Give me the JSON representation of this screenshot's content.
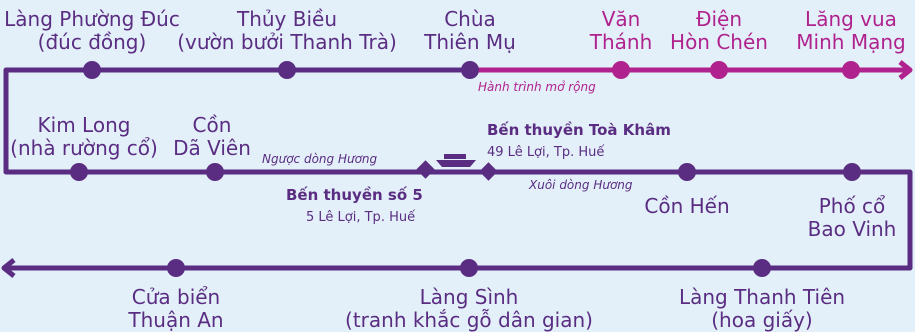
{
  "colors": {
    "main": "#5a2d82",
    "extended": "#b0238e",
    "background": "#e3f0f9"
  },
  "stops": {
    "lang_phuong_duc": [
      "Làng Phường Đúc",
      "(đúc đồng)"
    ],
    "thuy_bieu": [
      "Thủy Biều",
      "(vườn bưởi Thanh Trà)"
    ],
    "chua_thien_mu": [
      "Chùa",
      "Thiên Mụ"
    ],
    "van_thanh": [
      "Văn",
      "Thánh"
    ],
    "dien_hon_chen": [
      "Điện",
      "Hòn Chén"
    ],
    "lang_vua_minh_mang": [
      "Lăng vua",
      "Minh Mạng"
    ],
    "kim_long": [
      "Kim Long",
      "(nhà rường cổ)"
    ],
    "con_da_vien": [
      "Cồn",
      "Dã Viên"
    ],
    "con_hen": [
      "Cồn Hến"
    ],
    "pho_co_bao_vinh": [
      "Phố cổ",
      "Bao Vinh"
    ],
    "cua_bien_thuan_an": [
      "Cửa biển",
      "Thuận An"
    ],
    "lang_sinh": [
      "Làng Sình",
      "(tranh khắc gỗ dân gian)"
    ],
    "lang_thanh_tien": [
      "Làng Thanh Tiên",
      "(hoa giấy)"
    ]
  },
  "route_labels": {
    "extended": "Hành trình mở rộng",
    "upstream": "Ngược dòng Hương",
    "downstream": "Xuôi dòng Hương"
  },
  "piers": {
    "toa_kham": {
      "name": "Bến thuyền Toà Khâm",
      "address": "49 Lê Lợi, Tp. Huế"
    },
    "so_5": {
      "name": "Bến thuyền số 5",
      "address": "5 Lê Lợi, Tp. Huế"
    }
  }
}
